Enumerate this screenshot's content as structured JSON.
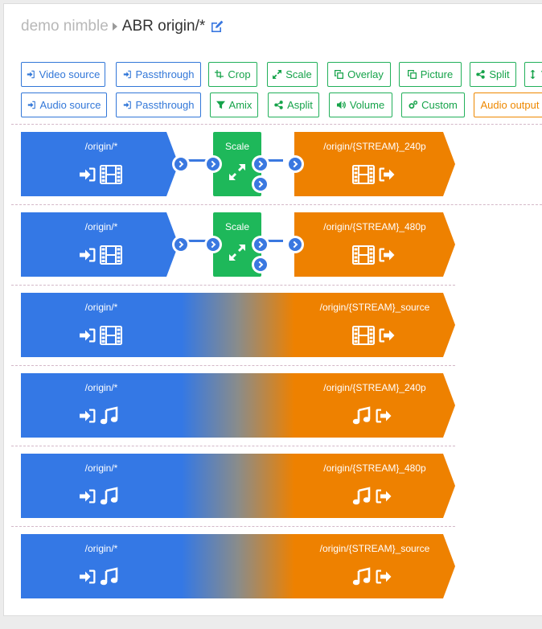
{
  "breadcrumb": {
    "root": "demo nimble",
    "current": "ABR origin/*"
  },
  "toolbar": {
    "row1": [
      "Video source",
      "Passthrough",
      "Crop",
      "Scale",
      "Overlay",
      "Picture",
      "Split",
      "V"
    ],
    "row2": [
      "Audio source",
      "Passthrough",
      "Amix",
      "Asplit",
      "Volume",
      "Custom",
      "Audio output"
    ]
  },
  "colors": {
    "source": "#3478e5",
    "filter": "#1eb85a",
    "output": "#ee8100"
  },
  "pipelines": [
    {
      "source": "/origin/*",
      "media": "video",
      "filter": "Scale",
      "output": "/origin/{STREAM}_240p"
    },
    {
      "source": "/origin/*",
      "media": "video",
      "filter": "Scale",
      "output": "/origin/{STREAM}_480p"
    },
    {
      "source": "/origin/*",
      "media": "video",
      "filter": "",
      "output": "/origin/{STREAM}_source"
    },
    {
      "source": "/origin/*",
      "media": "audio",
      "filter": "",
      "output": "/origin/{STREAM}_240p"
    },
    {
      "source": "/origin/*",
      "media": "audio",
      "filter": "",
      "output": "/origin/{STREAM}_480p"
    },
    {
      "source": "/origin/*",
      "media": "audio",
      "filter": "",
      "output": "/origin/{STREAM}_source"
    }
  ]
}
